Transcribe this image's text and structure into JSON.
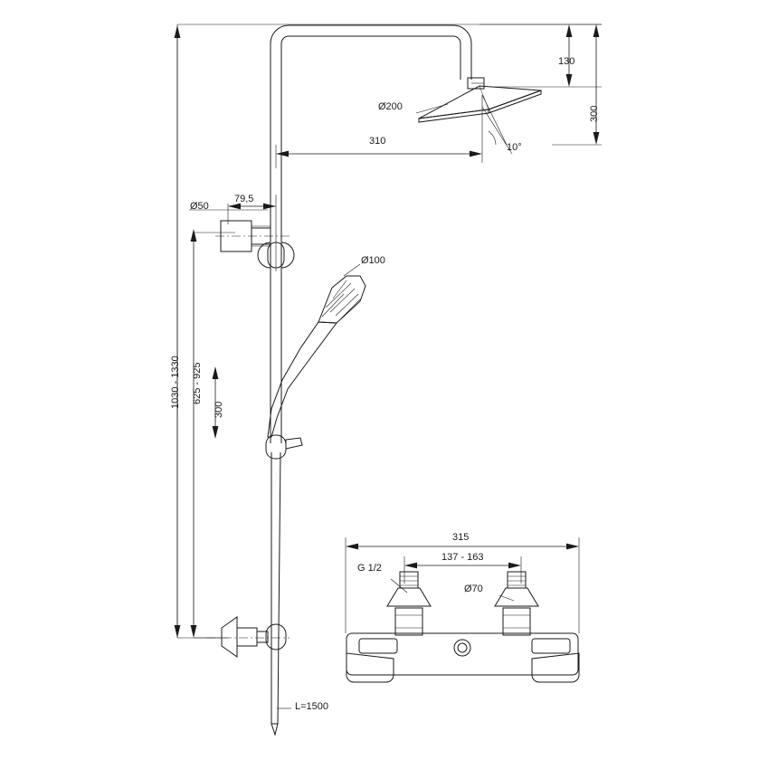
{
  "drawing": {
    "title": "Shower column technical dimension drawing",
    "line_color": "#1a1a1a",
    "fill_color": "#ffffff",
    "dim_labels": {
      "head_height": "130",
      "head_drop": "300",
      "head_reach": "310",
      "head_diameter": "Ø200",
      "head_angle": "10°",
      "wall_bracket_diameter": "Ø50",
      "wall_bracket_reach": "79,5",
      "hand_shower_diameter": "Ø100",
      "rail_range": "1030 - 1330",
      "slider_range": "625 - 925",
      "slider_travel": "300",
      "hose_length": "L=1500",
      "mixer_width": "315",
      "mixer_centres": "137 - 163",
      "mixer_thread": "G 1/2",
      "mixer_rosette": "Ø70"
    }
  }
}
